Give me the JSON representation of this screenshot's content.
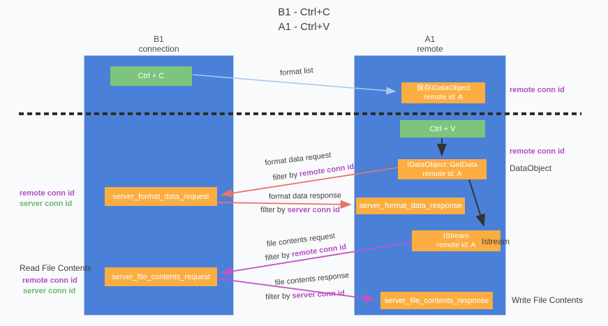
{
  "title": {
    "line1": "B1 - Ctrl+C",
    "line2": "A1 - Ctrl+V"
  },
  "lanes": {
    "left": {
      "name": "B1",
      "role": "connection"
    },
    "right": {
      "name": "A1",
      "role": "remote"
    }
  },
  "boxes": {
    "ctrl_c": "Ctrl + C",
    "ctrl_v": "Ctrl + V",
    "save_idataobject": {
      "line1": "保存IDataObject",
      "line2": "remote id: A"
    },
    "idataobject_getdata": {
      "line1": "IDataObject::GetData",
      "line2": "remote id: A"
    },
    "istream": {
      "line1": "IStream",
      "line2": "remote id: A"
    },
    "server_format_data_request": "server_format_data_request",
    "server_format_data_response": "server_format_data_response",
    "server_file_contents_request": "server_file_contents_request",
    "server_file_contents_response": "server_file_contents_response"
  },
  "side_labels": {
    "top_remote_conn_id": "remote conn id",
    "mid_remote_conn_id": "remote conn id",
    "dataobject": "DataObject",
    "istream": "Istream",
    "write_file_contents": "Write File Contents",
    "read_file_contents": "Read File Contents",
    "left_remote_conn_id_1": "remote conn id",
    "left_server_conn_id_1": "server conn id",
    "left_remote_conn_id_2": "remote conn id",
    "left_server_conn_id_2": "server conn id"
  },
  "flow_labels": {
    "format_list": "format list",
    "format_data_request": "format data request",
    "format_data_response": "format data response",
    "file_contents_request": "file contents request",
    "file_contents_response": "file contents response",
    "filter_by": "filter by",
    "remote_conn_id": "remote conn id",
    "server_conn_id": "server conn id"
  },
  "colors": {
    "lane_blue": "#4a80d8",
    "box_orange": "#fbad41",
    "box_green": "#7dc47e",
    "label_purple": "#b04fc4",
    "label_green": "#66bb6a",
    "arrow_light_blue": "#a7c9ec",
    "arrow_red": "#e8736a",
    "arrow_magenta": "#c353c3",
    "arrow_black": "#333333",
    "divider_black": "#2d2d2d"
  }
}
